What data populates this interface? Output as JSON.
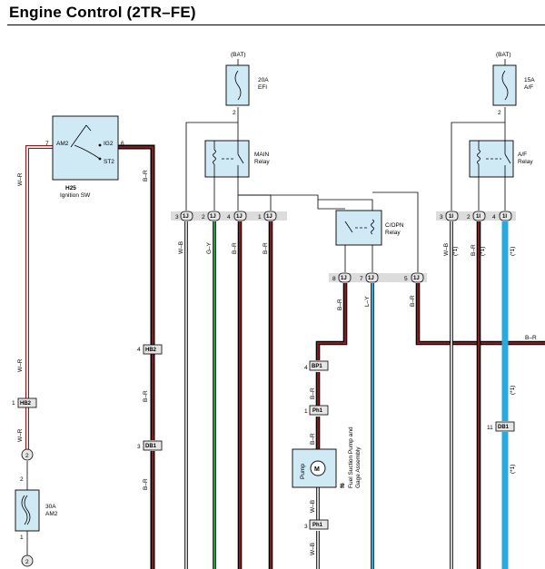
{
  "title": "Engine Control (2TR–FE)",
  "colors": {
    "component_fill": "#cfe9f5",
    "wire_brown": "#8b1a1a",
    "wire_green": "#1a9e3c",
    "wire_lightblue": "#2aa8e0",
    "connector_fill": "#e6e6e6"
  },
  "components": {
    "ignition_sw": {
      "code": "H25",
      "name": "Ignition SW",
      "pins": {
        "am2_pin": "7",
        "am2": "AM2",
        "ig2": "IG2",
        "ig2_pin": "6",
        "st2": "ST2"
      }
    },
    "efi_fuse": {
      "bat": "(BAT)",
      "rating": "20A",
      "name": "EFI",
      "pin": "2"
    },
    "main_relay": {
      "name": "MAIN",
      "sub": "Relay"
    },
    "af_fuse": {
      "bat": "(BAT)",
      "rating": "15A",
      "name": "A/F",
      "pin": "2"
    },
    "af_relay": {
      "name": "A/F",
      "sub": "Relay"
    },
    "copn_relay": {
      "name": "C/OPN",
      "sub": "Relay"
    },
    "am2_fuse": {
      "rating": "30A",
      "name": "AM2",
      "pin_top": "2",
      "pin_bottom": "1"
    },
    "fuel_pump": {
      "code": "f6",
      "name": "Fuel Suction Pump and",
      "sub": "Gage Assembly",
      "label": "Pump",
      "motor": "M"
    }
  },
  "connectors": {
    "main_row": [
      {
        "pin": "3",
        "id": "1J"
      },
      {
        "pin": "2",
        "id": "1J"
      },
      {
        "pin": "4",
        "id": "1J"
      },
      {
        "pin": "1",
        "id": "1J"
      }
    ],
    "af_row": [
      {
        "pin": "3",
        "id": "1I"
      },
      {
        "pin": "2",
        "id": "1I"
      },
      {
        "pin": "4",
        "id": "1I"
      }
    ],
    "copn_row": [
      {
        "pin": "8",
        "id": "1J"
      },
      {
        "pin": "7",
        "id": "1J"
      },
      {
        "pin": "5",
        "id": "1J"
      }
    ],
    "hb2_lower": {
      "pin": "1",
      "id": "HB2"
    },
    "hb2_upper": {
      "pin": "4",
      "id": "HB2"
    },
    "db1_left": {
      "pin": "3",
      "id": "DB1"
    },
    "db1_right": {
      "pin": "11",
      "id": "DB1"
    },
    "bp1": {
      "pin": "4",
      "id": "BP1"
    },
    "ph1_top": {
      "pin": "1",
      "id": "Ph1"
    },
    "ph1_bottom": {
      "pin": "3",
      "id": "Ph1"
    },
    "circle_top": "2",
    "circle_bottom": "2"
  },
  "wires": {
    "wr": "W–R",
    "br": "B–R",
    "wb": "W–B",
    "gy": "G–Y",
    "ly": "L–Y",
    "star1": "(*1)"
  }
}
